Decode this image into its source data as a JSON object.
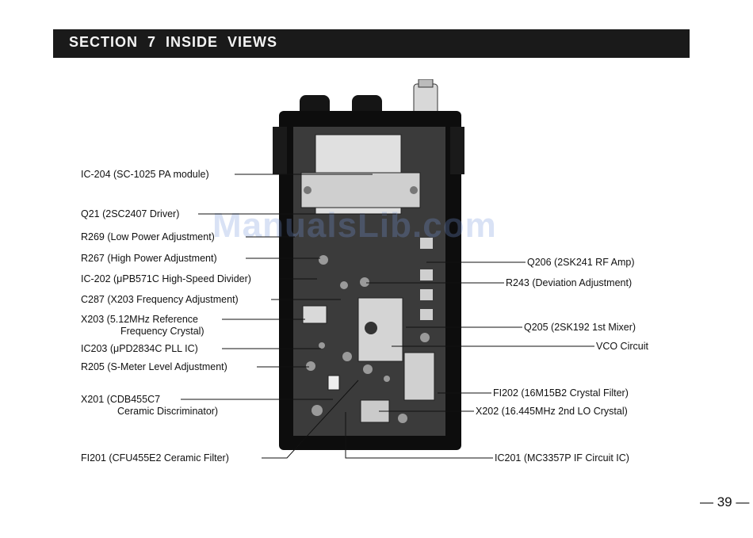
{
  "header": {
    "title": "SECTION 7 INSIDE VIEWS"
  },
  "watermark": "ManualsLib.com",
  "page_number": "— 39 —",
  "labels_left": [
    {
      "name": "label-ic204",
      "text": "IC-204 (SC-1025 PA module)"
    },
    {
      "name": "label-q21",
      "text": "Q21 (2SC2407 Driver)"
    },
    {
      "name": "label-r269",
      "text": "R269 (Low Power Adjustment)"
    },
    {
      "name": "label-r267",
      "text": "R267 (High Power Adjustment)"
    },
    {
      "name": "label-ic202",
      "text": "IC-202 (μPB571C High-Speed Divider)"
    },
    {
      "name": "label-c287",
      "text": "C287 (X203 Frequency Adjustment)"
    },
    {
      "name": "label-x203",
      "text": "X203 (5.12MHz Reference"
    },
    {
      "name": "label-x203-line2",
      "text": "Frequency Crystal)"
    },
    {
      "name": "label-ic203",
      "text": "IC203 (μPD2834C PLL IC)"
    },
    {
      "name": "label-r205",
      "text": "R205 (S-Meter Level Adjustment)"
    },
    {
      "name": "label-x201",
      "text": "X201 (CDB455C7"
    },
    {
      "name": "label-x201-line2",
      "text": "Ceramic Discriminator)"
    },
    {
      "name": "label-fi201",
      "text": "FI201 (CFU455E2 Ceramic Filter)"
    }
  ],
  "labels_right": [
    {
      "name": "label-q206",
      "text": "Q206 (2SK241 RF Amp)"
    },
    {
      "name": "label-r243",
      "text": "R243 (Deviation Adjustment)"
    },
    {
      "name": "label-q205",
      "text": "Q205 (2SK192 1st Mixer)"
    },
    {
      "name": "label-vco",
      "text": "VCO Circuit"
    },
    {
      "name": "label-fi202",
      "text": "FI202 (16M15B2 Crystal Filter)"
    },
    {
      "name": "label-x202",
      "text": "X202 (16.445MHz 2nd LO Crystal)"
    },
    {
      "name": "label-ic201",
      "text": "IC201 (MC3357P IF Circuit IC)"
    }
  ]
}
